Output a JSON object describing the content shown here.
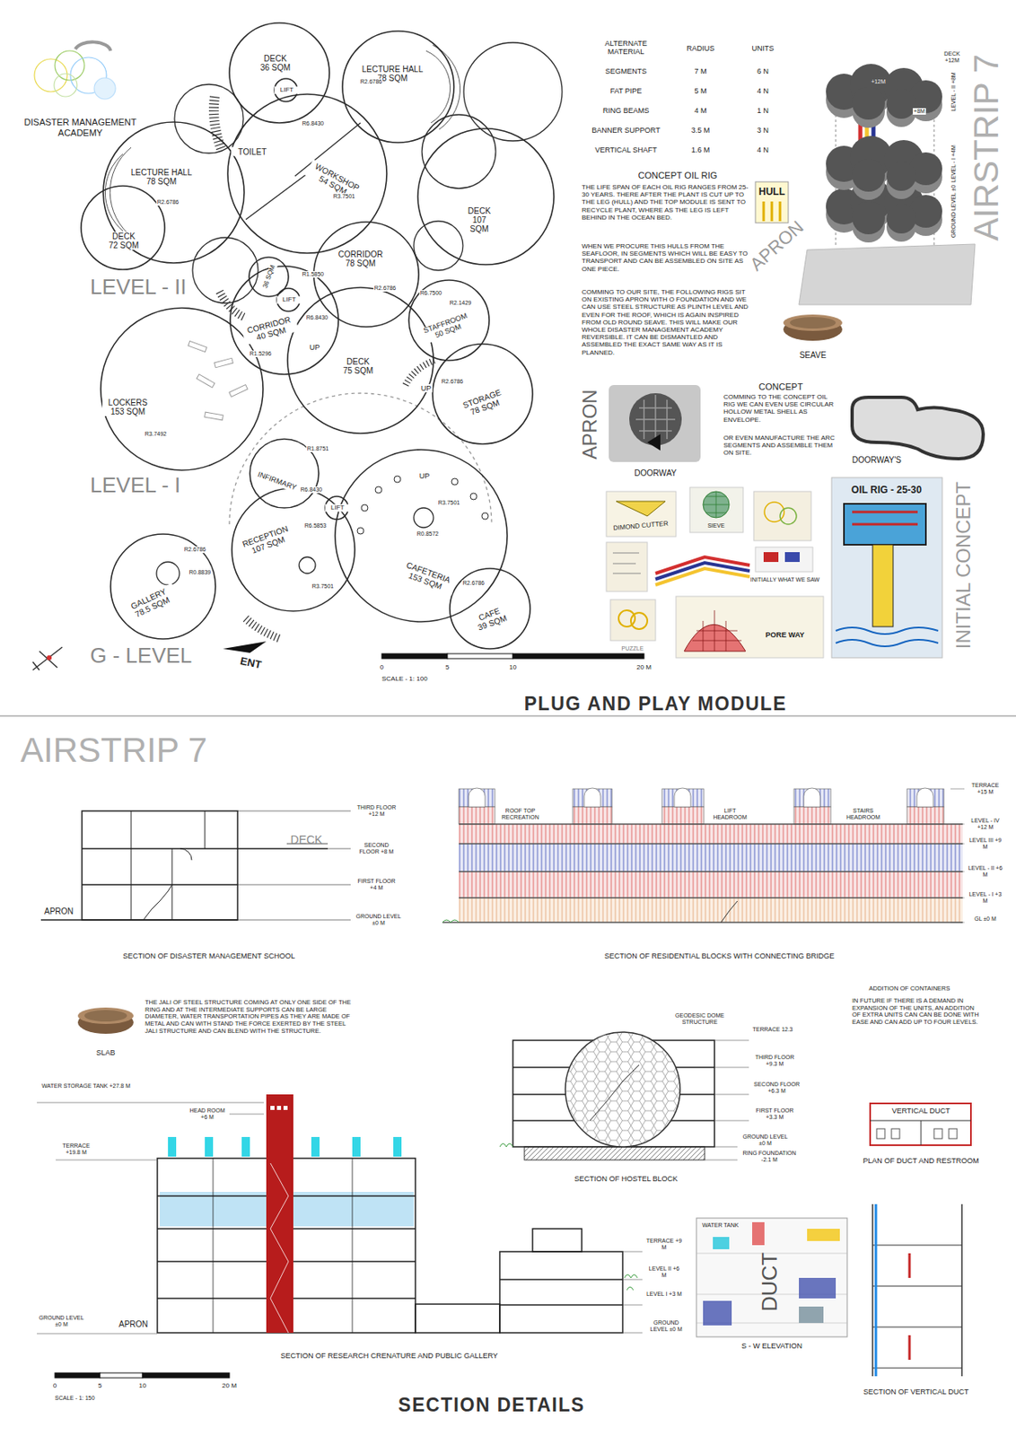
{
  "diagram": {
    "nodes": [
      {
        "text": [
          "DECK 36 SQM"
        ]
      },
      {
        "text": [
          "LECTURE HALL 78 SQM"
        ]
      },
      {
        "text": [
          "TOILET",
          "WORKSHOP 54 SQM"
        ]
      },
      {
        "text": [
          "LIFT"
        ]
      },
      {
        "text": [
          "LECTURE HALL 78 SQM"
        ]
      },
      {
        "text": [
          "DECK 72 SQM"
        ]
      },
      {
        "text": [
          "DECK 107 SQM"
        ]
      },
      {
        "text": [
          "CORRIDOR 78 SQM"
        ]
      },
      {
        "text": [
          "36 SQM"
        ]
      },
      {
        "text": [
          "CORRIDOR 40 SQM"
        ]
      },
      {
        "text": [
          "LIFT"
        ],
        "in": 9
      },
      {
        "text": [
          "STAFFROOM 50 SQM"
        ]
      },
      {
        "text": [
          "DECK 75 SQM"
        ]
      },
      {
        "text": [
          "STORAGE 78 SQM"
        ]
      },
      {
        "text": [
          "LOCKERS 153 SQM"
        ]
      },
      {
        "text": [
          "INFIRMARY"
        ]
      },
      {
        "text": [
          "LIFT"
        ]
      },
      {
        "text": [
          "RECEPTION 107 SQM"
        ]
      },
      {
        "text": [
          "CAFETERIA 153 SQM"
        ]
      },
      {
        "text": [
          "GALLERY 78.5 SQM"
        ]
      },
      {
        "text": [
          "CAFE 39 SQM"
        ]
      }
    ],
    "labels": [
      "DISASTER MANAGEMENT ACADEMY",
      "LEVEL - II",
      "LEVEL - I",
      "G - LEVEL",
      "ENT",
      "R2.6786",
      "R6.8430",
      "R3.7501",
      "R2.6786",
      "R2.6786",
      "R1.5850",
      "R6.8430",
      "R1.5296",
      "UP",
      "R6.7500",
      "R2.1429",
      "UP",
      "R2.6786",
      "R3.7492",
      "R1.8751",
      "UP",
      "R6.8430",
      "R6.5853",
      "R3.7501",
      "R0.8572",
      "R2.6786",
      "R0.8839",
      "R3.7501",
      "R2.6786",
      "0",
      "5",
      "10",
      "20 M",
      "SCALE - 1: 100",
      "ALTERNATE MATERIAL",
      "RADIUS",
      "UNITS",
      "SEGMENTS",
      "7 M",
      "6 N",
      "FAT PIPE",
      "5 M",
      "4 N",
      "RING BEAMS",
      "4 M",
      "1 N",
      "BANNER SUPPORT",
      "3.5 M",
      "3 N",
      "VERTICAL SHAFT",
      "1.6 M",
      "4 N",
      "CONCEPT OIL RIG",
      "THE LIFE SPAN OF EACH OIL RIG RANGES FROM 25-30 YEARS. THERE AFTER THE PLANT IS CUT UP TO THE LEG (HULL) AND THE TOP MODULE IS SENT TO RECYCLE PLANT, WHERE AS THE LEG IS LEFT BEHIND IN THE OCEAN BED.",
      "WHEN WE PROCURE THIS HULLS FROM THE SEAFLOOR, IN SEGMENTS WHICH WILL BE EASY TO TRANSPORT AND CAN BE ASSEMBLED ON SITE AS ONE PIECE.",
      "COMMING TO OUR SITE, THE FOLLOWING RIGS SIT ON EXISTING APRON WITH O FOUNDATION AND WE CAN USE STEEL STRUCTURE AS PLINTH LEVEL AND EVEN FOR THE ROOF, WHICH IS AGAIN INSPIRED FROM OLD ROUND SEAVE. THIS WILL MAKE OUR WHOLE DISASTER MANAGEMENT ACADEMY REVERSIBLE. IT CAN BE DISMANTLED AND ASSEMBLED THE EXACT SAME WAY AS IT IS PLANNED.",
      "HULL",
      "DECK +12M",
      "LEVEL - II +8M",
      "LEVEL - I +4M",
      "GROUND LEVEL ±0",
      "+12M",
      "+8M",
      "APRON",
      "SEAVE",
      "APRON",
      "DOORWAY",
      "CONCEPT",
      "COMMING TO THE CONCEPT OIL RIG WE CAN EVEN USE CIRCULAR HOLLOW METAL SHELL AS ENVELOPE.",
      "OR EVEN MANUFACTURE THE ARC SEGMENTS AND ASSEMBLE THEM ON SITE.",
      "DOORWAY'S",
      "DIMOND CUTTER",
      "SIEVE",
      "PUZZLE",
      "INITIALLY WHAT WE SAW",
      "OIL RIG - 25-30",
      "PORE WAY",
      "INITIAL CONCEPT",
      "AIRSTRIP 7",
      "PLUG AND PLAY MODULE",
      "AIRSTRIP 7",
      "THIRD FLOOR +12 M",
      "DECK",
      "SECOND FLOOR +8 M",
      "FIRST FLOOR +4 M",
      "GROUND LEVEL ±0 M",
      "APRON",
      "SECTION OF DISASTER MANAGEMENT SCHOOL",
      "ROOF TOP RECREATION",
      "LIFT HEADROOM",
      "STAIRS HEADROOM",
      "TERRACE +15 M",
      "LEVEL - IV +12 M",
      "LEVEL III +9 M",
      "LEVEL - II +6 M",
      "LEVEL - I +3 M",
      "GL ±0 M",
      "SECTION OF RESIDENTIAL BLOCKS WITH CONNECTING BRIDGE",
      "SLAB",
      "THE JALI OF STEEL STRUCTURE COMING AT ONLY ONE SIDE OF THE RING AND AT THE INTERMEDIATE SUPPORTS CAN BE LARGE DIAMETER, WATER TRANSPORTATION PIPES AS THEY ARE MADE OF METAL AND CAN WITH STAND THE FORCE EXERTED BY THE STEEL JALI STRUCTURE AND CAN BLEND WITH THE STRUCTURE.",
      "ADDITION OF CONTAINERS",
      "IN FUTURE IF THERE IS A DEMAND IN EXPANSION OF THE UNITS, AN ADDITION OF EXTRA UNITS CAN CAN BE DONE WITH EASE AND CAN ADD UP TO FOUR LEVELS.",
      "VERTICAL DUCT",
      "PLAN OF DUCT AND RESTROOM",
      "GEODESIC DOME STRUCTURE",
      "TERRACE 12.3",
      "THIRD FLOOR +9.3 M",
      "SECOND FLOOR +6.3 M",
      "FIRST FLOOR +3.3 M",
      "GROUND LEVEL ±0 M",
      "RING FOUNDATION -2.1 M",
      "SECTION OF HOSTEL BLOCK",
      "WATER STORAGE TANK +27.8 M",
      "HEAD ROOM +6 M",
      "TERRACE +19.8 M",
      "GROUND LEVEL ±0 M",
      "APRON",
      "TERRACE +9 M",
      "LEVEL II +6 M",
      "LEVEL I +3 M",
      "GROUND LEVEL ±0 M",
      "SECTION OF RESEARCH CRENATURE AND PUBLIC GALLERY",
      "WATER TANK",
      "DUCT",
      "S - W ELEVATION",
      "SECTION OF VERTICAL DUCT",
      "0",
      "5",
      "10",
      "20 M",
      "SCALE - 1: 150",
      "SECTION DETAILS"
    ]
  }
}
